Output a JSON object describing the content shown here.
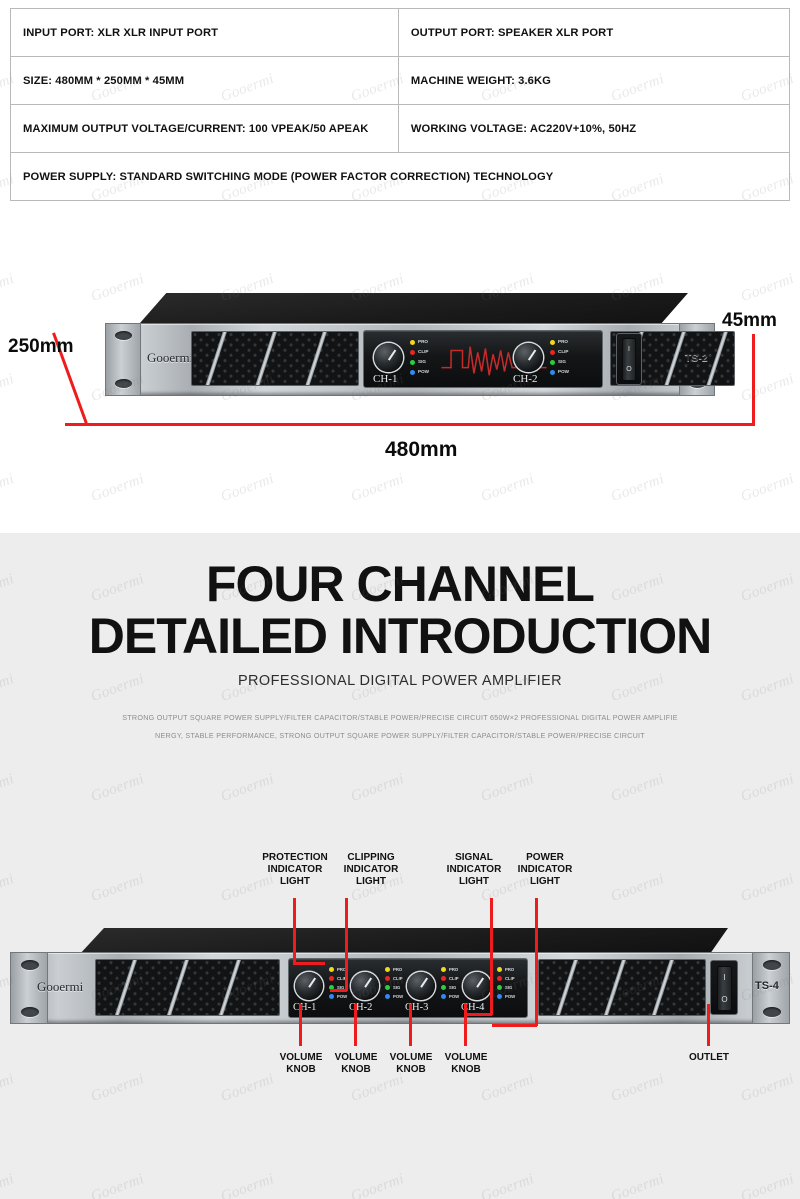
{
  "spec_table": {
    "rows": [
      [
        "INPUT PORT: XLR XLR INPUT PORT",
        "OUTPUT PORT: SPEAKER XLR PORT"
      ],
      [
        "SIZE: 480MM * 250MM * 45MM",
        "MACHINE WEIGHT: 3.6KG"
      ],
      [
        "MAXIMUM OUTPUT VOLTAGE/CURRENT: 100 VPEAK/50 APEAK",
        "WORKING VOLTAGE: AC220V+10%, 50HZ"
      ]
    ],
    "full_row": "POWER SUPPLY: STANDARD SWITCHING MODE (POWER FACTOR CORRECTION) TECHNOLOGY"
  },
  "dimensions": {
    "depth": "250mm",
    "height": "45mm",
    "width": "480mm",
    "line_color": "#ee1c1c"
  },
  "amp_two_channel": {
    "brand": "Gooermi",
    "model": "TS-2",
    "channels": [
      {
        "label": "CH-1",
        "leds": [
          {
            "name": "PRO",
            "color": "#f3d91b"
          },
          {
            "name": "CLIP",
            "color": "#e82727"
          },
          {
            "name": "SIG",
            "color": "#25d13d"
          },
          {
            "name": "POW",
            "color": "#2f8bf4"
          }
        ]
      },
      {
        "label": "CH-2",
        "leds": [
          {
            "name": "PRO",
            "color": "#f3d91b"
          },
          {
            "name": "CLIP",
            "color": "#e82727"
          },
          {
            "name": "SIG",
            "color": "#25d13d"
          },
          {
            "name": "POW",
            "color": "#2f8bf4"
          }
        ]
      }
    ],
    "power_switch": {
      "on_symbol": "I",
      "off_symbol": "O"
    }
  },
  "headline": {
    "line1": "FOUR CHANNEL",
    "line2": "DETAILED INTRODUCTION",
    "subtitle": "PROFESSIONAL DIGITAL POWER AMPLIFIER",
    "body": [
      "STRONG OUTPUT SQUARE POWER SUPPLY/FILTER CAPACITOR/STABLE POWER/PRECISE CIRCUIT 650W×2 PROFESSIONAL DIGITAL POWER AMPLIFIE",
      "NERGY, STABLE PERFORMANCE, STRONG OUTPUT SQUARE POWER SUPPLY/FILTER CAPACITOR/STABLE POWER/PRECISE CIRCUIT"
    ]
  },
  "amp_four_channel": {
    "brand": "Gooermi",
    "model": "TS-4",
    "channels": [
      {
        "label": "CH-1",
        "leds": [
          {
            "name": "PRO",
            "color": "#f3d91b"
          },
          {
            "name": "CLIP",
            "color": "#e82727"
          },
          {
            "name": "SIG",
            "color": "#25d13d"
          },
          {
            "name": "POW",
            "color": "#2f8bf4"
          }
        ]
      },
      {
        "label": "CH-2",
        "leds": [
          {
            "name": "PRO",
            "color": "#f3d91b"
          },
          {
            "name": "CLIP",
            "color": "#e82727"
          },
          {
            "name": "SIG",
            "color": "#25d13d"
          },
          {
            "name": "POW",
            "color": "#2f8bf4"
          }
        ]
      },
      {
        "label": "CH-3",
        "leds": [
          {
            "name": "PRO",
            "color": "#f3d91b"
          },
          {
            "name": "CLIP",
            "color": "#e82727"
          },
          {
            "name": "SIG",
            "color": "#25d13d"
          },
          {
            "name": "POW",
            "color": "#2f8bf4"
          }
        ]
      },
      {
        "label": "CH-4",
        "leds": [
          {
            "name": "PRO",
            "color": "#f3d91b"
          },
          {
            "name": "CLIP",
            "color": "#e82727"
          },
          {
            "name": "SIG",
            "color": "#25d13d"
          },
          {
            "name": "POW",
            "color": "#2f8bf4"
          }
        ]
      }
    ],
    "power_switch": {
      "on_symbol": "I",
      "off_symbol": "O"
    }
  },
  "annotations": {
    "top": [
      "PROTECTION\nINDICATOR\nLIGHT",
      "CLIPPING\nINDICATOR\nLIGHT",
      "SIGNAL\nINDICATOR\nLIGHT",
      "POWER\nINDICATOR\nLIGHT"
    ],
    "bottom": [
      "VOLUME\nKNOB",
      "VOLUME\nKNOB",
      "VOLUME\nKNOB",
      "VOLUME\nKNOB",
      "OUTLET"
    ]
  },
  "watermark": {
    "text": "Gooermi"
  }
}
